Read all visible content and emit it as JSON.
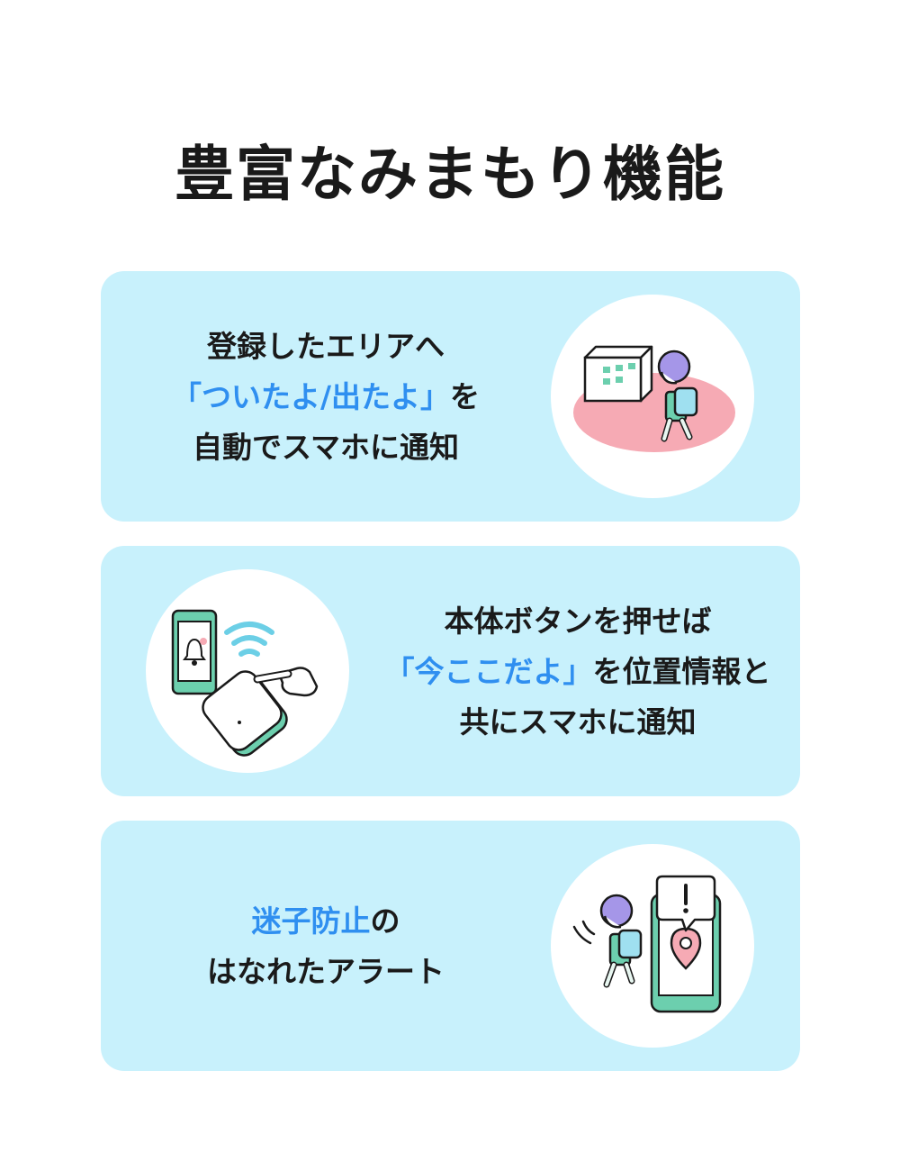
{
  "title": "豊富なみまもり機能",
  "colors": {
    "card_background": "#c8f1fc",
    "highlight_text": "#2f8ff0",
    "illustration_teal": "#6ccfae",
    "illustration_pink": "#f6aab4",
    "illustration_purple": "#a596e8"
  },
  "features": [
    {
      "lines": [
        {
          "parts": [
            {
              "text": "登録したエリアへ"
            }
          ]
        },
        {
          "parts": [
            {
              "text": "「ついたよ/出たよ」",
              "highlight": true
            },
            {
              "text": "を"
            }
          ]
        },
        {
          "parts": [
            {
              "text": "自動でスマホに通知"
            }
          ]
        }
      ],
      "illustration": "child-leaving-area-illustration"
    },
    {
      "lines": [
        {
          "parts": [
            {
              "text": "本体ボタンを押せば"
            }
          ]
        },
        {
          "parts": [
            {
              "text": "「今ここだよ」",
              "highlight": true
            },
            {
              "text": "を位置情報と"
            }
          ]
        },
        {
          "parts": [
            {
              "text": "共にスマホに通知"
            }
          ]
        }
      ],
      "illustration": "device-button-notification-illustration"
    },
    {
      "lines": [
        {
          "parts": [
            {
              "text": "迷子防止",
              "highlight": true
            },
            {
              "text": "の"
            }
          ]
        },
        {
          "parts": [
            {
              "text": "はなれたアラート"
            }
          ]
        }
      ],
      "illustration": "separation-alert-illustration"
    }
  ]
}
